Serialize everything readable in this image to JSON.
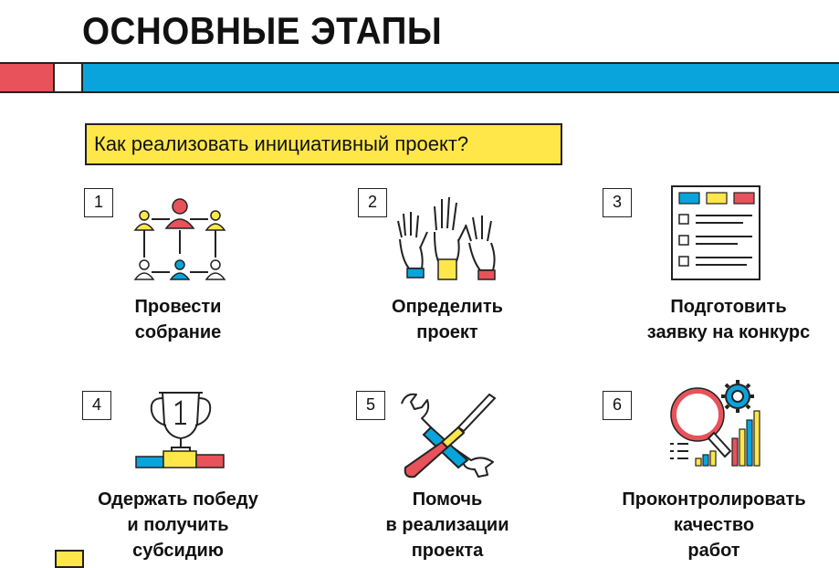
{
  "title": "ОСНОВНЫЕ ЭТАПЫ",
  "subtitle": "Как реализовать инициативный проект?",
  "colors": {
    "red": "#e8525a",
    "blue": "#0aa4dc",
    "yellow": "#ffe74a",
    "dark": "#222222"
  },
  "steps": [
    {
      "number": "1",
      "icon": "people-network-icon",
      "lines": [
        "Провести",
        "собрание"
      ]
    },
    {
      "number": "2",
      "icon": "raised-hands-icon",
      "lines": [
        "Определить",
        "проект"
      ]
    },
    {
      "number": "3",
      "icon": "application-form-icon",
      "lines": [
        "Подготовить",
        "заявку на конкурс"
      ]
    },
    {
      "number": "4",
      "icon": "trophy-podium-icon",
      "lines": [
        "Одержать победу",
        "и получить",
        "субсидию"
      ]
    },
    {
      "number": "5",
      "icon": "tools-icon",
      "lines": [
        "Помочь",
        "в реализации",
        "проекта"
      ]
    },
    {
      "number": "6",
      "icon": "analytics-magnifier-icon",
      "lines": [
        "Проконтролировать",
        "качество",
        "работ"
      ]
    }
  ]
}
